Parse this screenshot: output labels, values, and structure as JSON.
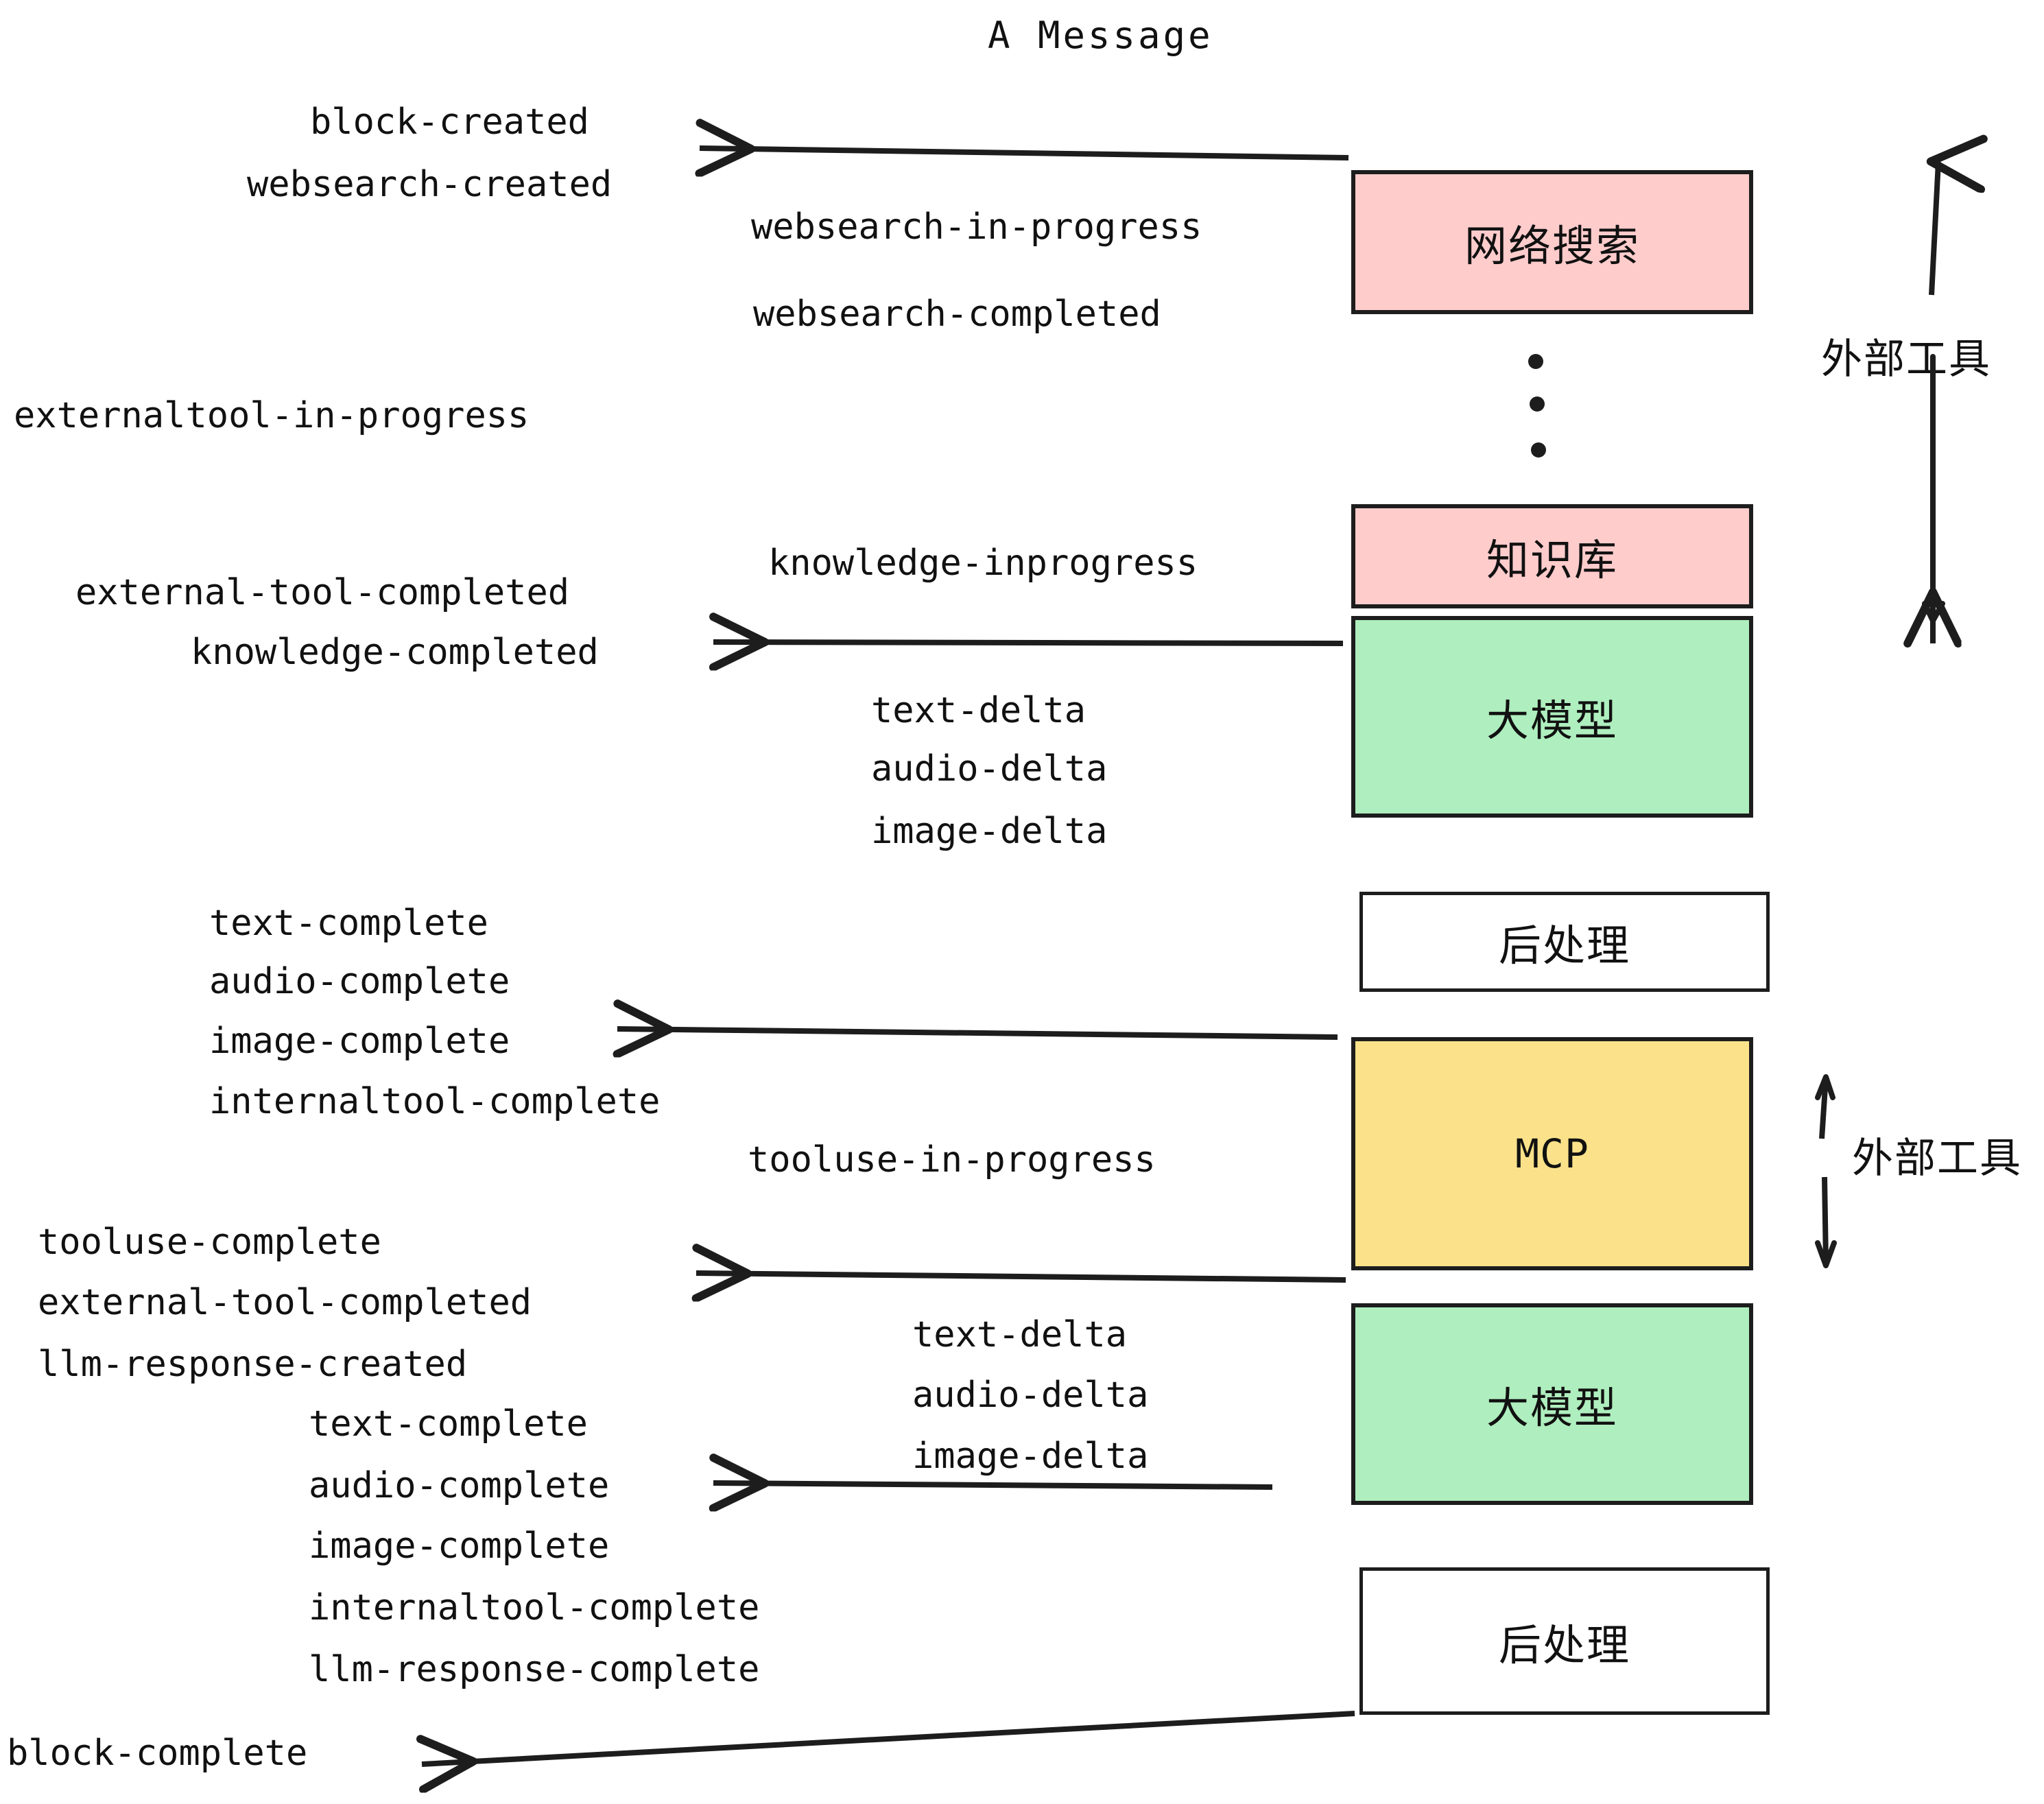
{
  "diagram": {
    "title": "A Message",
    "colors": {
      "pink": "#FFCCCC",
      "green": "#AFEEBE",
      "yellow": "#FBE28A",
      "white": "#FFFFFF",
      "stroke": "#1D1D1D",
      "text": "#111111"
    },
    "boxes": [
      {
        "id": "websearch",
        "label": "网络搜索",
        "fill": "#FFCCCC"
      },
      {
        "id": "knowledge",
        "label": "知识库",
        "fill": "#FFCCCC"
      },
      {
        "id": "llm-upper",
        "label": "大模型",
        "fill": "#AFEEBE"
      },
      {
        "id": "postprocess-1",
        "label": "后处理",
        "fill": "#FFFFFF"
      },
      {
        "id": "mcp",
        "label": "MCP",
        "fill": "#FBE28A"
      },
      {
        "id": "llm-lower",
        "label": "大模型",
        "fill": "#AFEEBE"
      },
      {
        "id": "postprocess-2",
        "label": "后处理",
        "fill": "#FFFFFF"
      }
    ],
    "side_labels": [
      {
        "id": "external-tool-upper",
        "label": "外部工具"
      },
      {
        "id": "external-tool-lower",
        "label": "外部工具"
      }
    ],
    "events": {
      "block_created": "block-created",
      "websearch_created": "websearch-created",
      "websearch_in_progress": "websearch-in-progress",
      "websearch_completed": "websearch-completed",
      "externaltool_in_progress": "externaltool-in-progress",
      "knowledge_inprogress": "knowledge-inprogress",
      "external_tool_completed_1": "external-tool-completed",
      "knowledge_completed": "knowledge-completed",
      "text_delta_1": "text-delta",
      "audio_delta_1": "audio-delta",
      "image_delta_1": "image-delta",
      "text_complete_1": "text-complete",
      "audio_complete_1": "audio-complete",
      "image_complete_1": "image-complete",
      "internaltool_complete_1": "internaltool-complete",
      "tooluse_in_progress": "tooluse-in-progress",
      "tooluse_complete": "tooluse-complete",
      "external_tool_completed_2": "external-tool-completed",
      "llm_response_created": "llm-response-created",
      "text_delta_2": "text-delta",
      "audio_delta_2": "audio-delta",
      "image_delta_2": "image-delta",
      "text_complete_2": "text-complete",
      "audio_complete_2": "audio-complete",
      "image_complete_2": "image-complete",
      "internaltool_complete_2": "internaltool-complete",
      "llm_response_complete": "llm-response-complete",
      "block_complete": "block-complete"
    }
  }
}
